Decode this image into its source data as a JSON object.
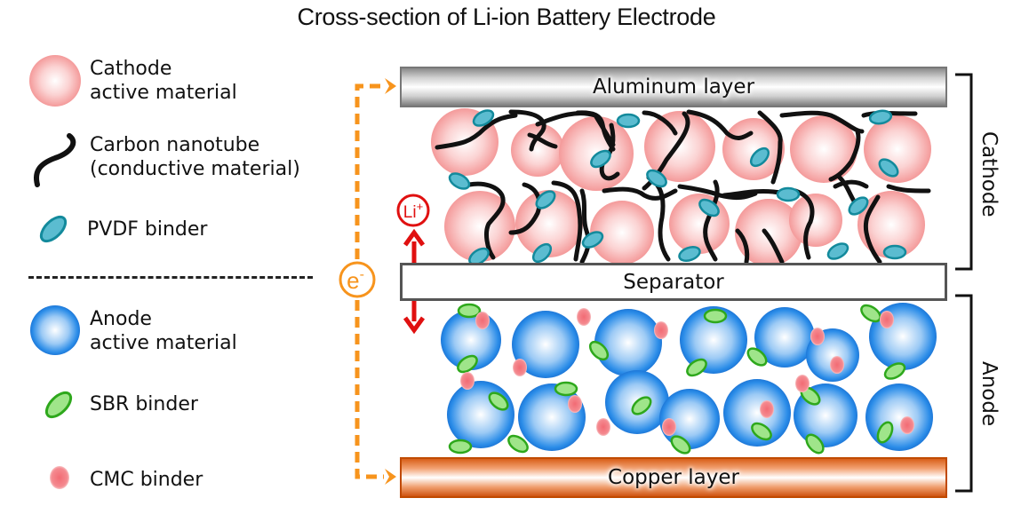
{
  "title": "Cross-section of Li-ion Battery Electrode",
  "legend": [
    {
      "icon": "cathode-particle-icon",
      "line1": "Cathode",
      "line2": "active material"
    },
    {
      "icon": "carbon-nanotube-icon",
      "line1": "Carbon nanotube",
      "line2": "(conductive material)"
    },
    {
      "icon": "pvdf-binder-icon",
      "line1": "PVDF binder",
      "line2": ""
    },
    {
      "icon": "anode-particle-icon",
      "line1": "Anode",
      "line2": "active material"
    },
    {
      "icon": "sbr-binder-icon",
      "line1": "SBR binder",
      "line2": ""
    },
    {
      "icon": "cmc-binder-icon",
      "line1": "CMC binder",
      "line2": ""
    }
  ],
  "layers": {
    "aluminum": "Aluminum layer",
    "separator": "Separator",
    "copper": "Copper layer"
  },
  "labels": {
    "electron": "e-",
    "lithium_ion": "Li+",
    "cathode_bracket": "Cathode",
    "anode_bracket": "Anode"
  },
  "colors": {
    "cathode_particle": "#f5a3a3",
    "anode_particle": "#1e88e5",
    "pvdf": "#5bbcd0",
    "sbr": "#8fe07a",
    "cmc": "#f07a80",
    "electron_path": "#f7941d",
    "li_arrow": "#e01010",
    "copper": "#d9601a",
    "aluminum": "#8a8a8a"
  }
}
